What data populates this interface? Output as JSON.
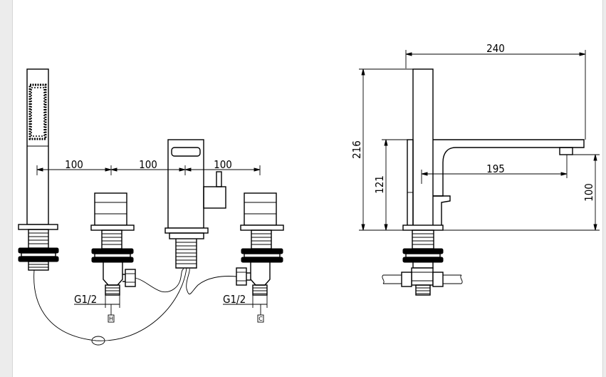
{
  "front_view": {
    "spacing_1": "100",
    "spacing_2": "100",
    "spacing_3": "100",
    "thread_left": "G1/2",
    "thread_right": "G1/2",
    "hot_tag": "H",
    "cold_tag": "C"
  },
  "side_view": {
    "spout_reach": "240",
    "total_height": "216",
    "body_height": "121",
    "outlet_reach": "195",
    "outlet_height": "100"
  }
}
